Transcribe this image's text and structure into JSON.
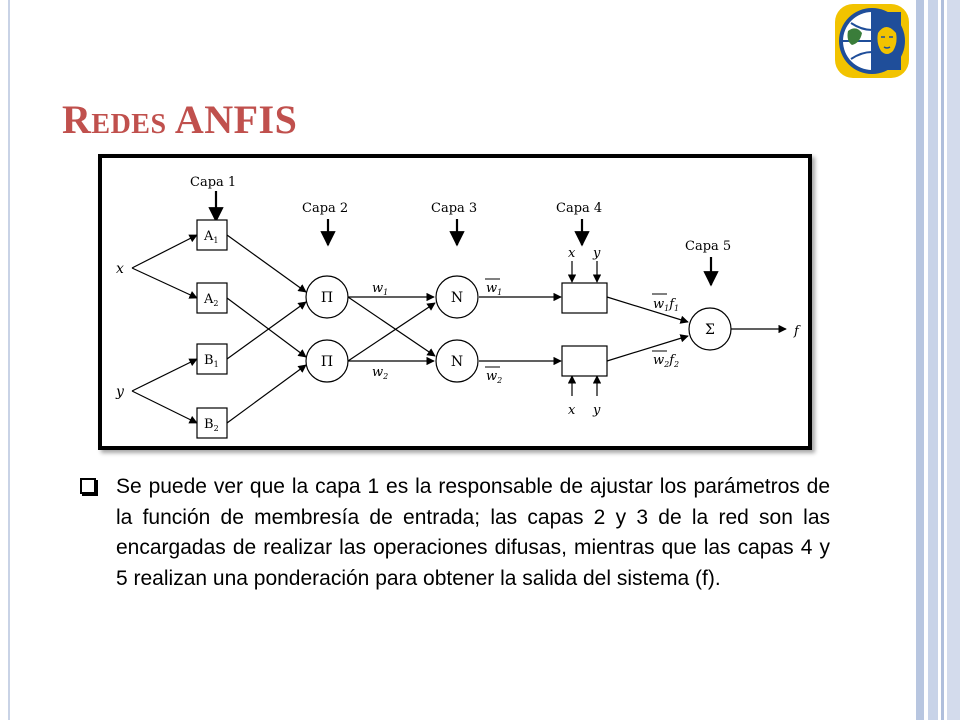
{
  "slide": {
    "title": "Redes ANFIS",
    "bullet": "Se puede ver que la capa 1 es la responsable de ajustar los parámetros de la función de membresía de entrada; las capas 2 y 3 de la red son las encargadas de realizar las operaciones difusas, mientras que las capas 4 y 5 realizan una ponderación para obtener la salida del sistema (f)."
  },
  "diagram": {
    "layers": {
      "l1": "Capa 1",
      "l2": "Capa 2",
      "l3": "Capa 3",
      "l4": "Capa 4",
      "l5": "Capa 5"
    },
    "inputs": {
      "x": "x",
      "y": "y"
    },
    "nodes": {
      "a1": "A",
      "a1_sub": "1",
      "a2": "A",
      "a2_sub": "2",
      "b1": "B",
      "b1_sub": "1",
      "b2": "B",
      "b2_sub": "2",
      "pi": "Π",
      "n": "N",
      "sigma": "Σ"
    },
    "weights": {
      "w": "w",
      "w1_sub": "1",
      "w2_sub": "2",
      "f": "f",
      "f1_sub": "1",
      "f2_sub": "2"
    },
    "output": "f"
  },
  "colors": {
    "title": "#c0504d",
    "ink": "#000000",
    "side_bars": "#b8c6e0"
  }
}
